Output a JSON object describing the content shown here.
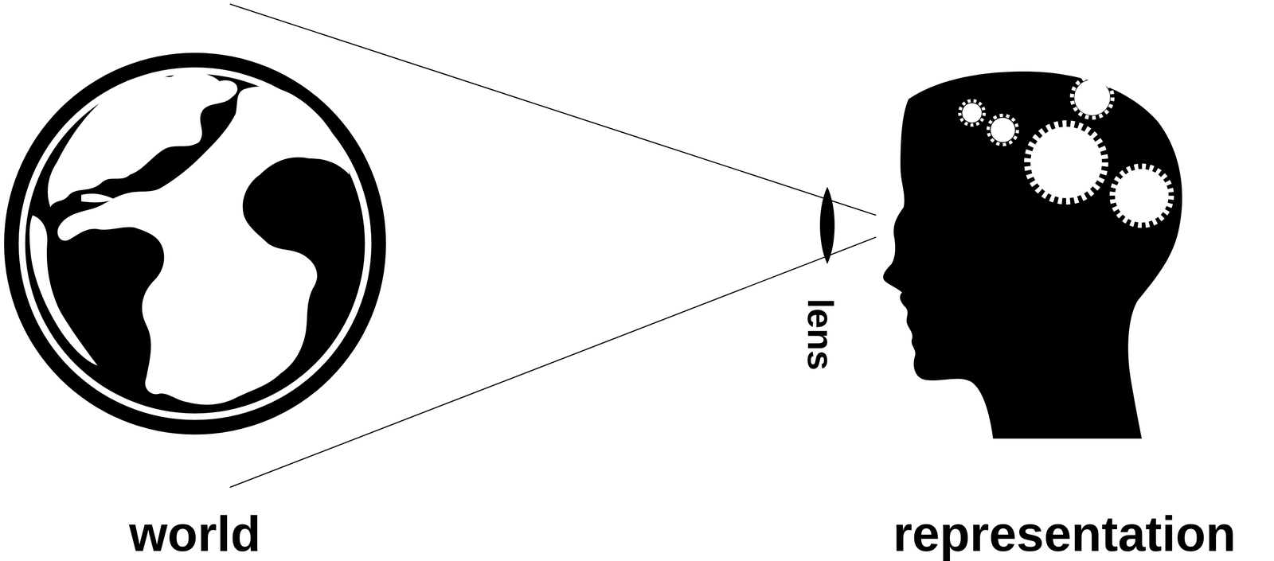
{
  "diagram": {
    "labels": [
      "world",
      "lens",
      "representation"
    ]
  }
}
